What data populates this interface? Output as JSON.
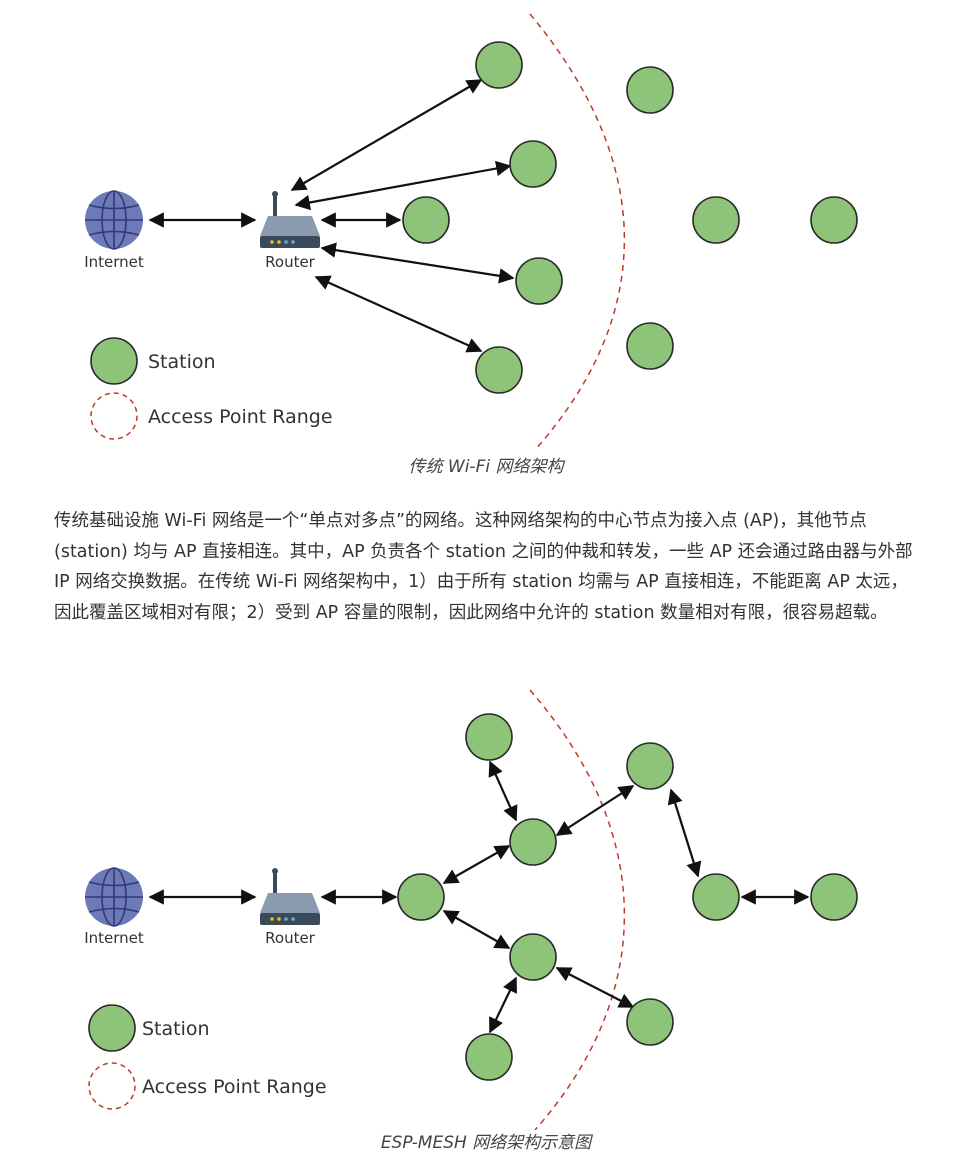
{
  "diagram1": {
    "internet_label": "Internet",
    "router_label": "Router",
    "legend_station": "Station",
    "legend_range": "Access Point Range",
    "caption": "传统 Wi-Fi 网络架构"
  },
  "paragraph": "传统基础设施 Wi-Fi 网络是一个“单点对多点”的网络。这种网络架构的中心节点为接入点 (AP)，其他节点 (station) 均与 AP 直接相连。其中，AP 负责各个 station 之间的仲裁和转发，一些 AP 还会通过路由器与外部 IP 网络交换数据。在传统 Wi-Fi 网络架构中，1）由于所有 station 均需与 AP 直接相连，不能距离 AP 太远，因此覆盖区域相对有限；2）受到 AP 容量的限制，因此网络中允许的 station 数量相对有限，很容易超载。",
  "diagram2": {
    "internet_label": "Internet",
    "router_label": "Router",
    "legend_station": "Station",
    "legend_range": "Access Point Range",
    "caption": "ESP-MESH 网络架构示意图"
  },
  "colors": {
    "station_fill": "#8dc47a",
    "station_stroke": "#2b2b2b",
    "globe": "#6e7ab8",
    "range": "#c0392b",
    "arrow": "#111111"
  }
}
